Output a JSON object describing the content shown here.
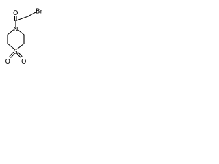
{
  "molecule": {
    "atoms": {
      "bromine": "Br",
      "carbonyl_oxygen": "O",
      "ring_nitrogen": "N",
      "ring_sulfur": "S",
      "sulfonyl_oxygen_left": "O",
      "sulfonyl_oxygen_right": "O"
    }
  },
  "colors": {
    "bond": "#000000",
    "label": "#000000",
    "background": "#ffffff"
  }
}
